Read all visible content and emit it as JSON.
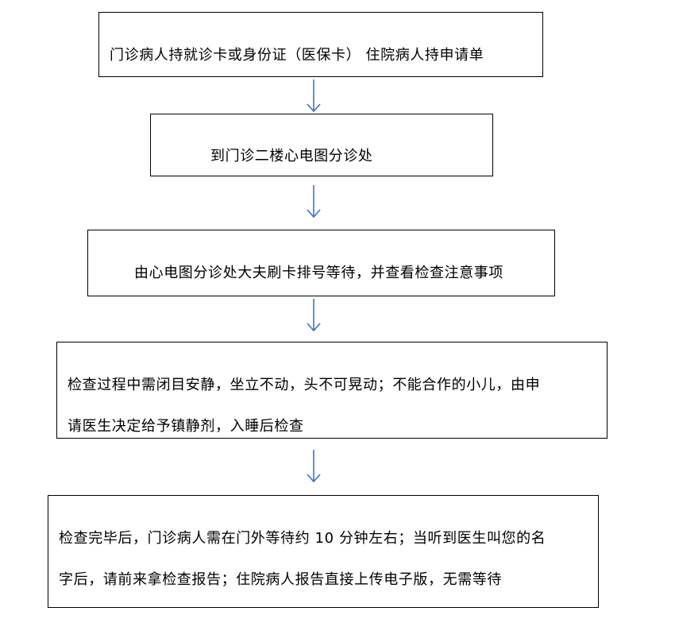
{
  "flowchart": {
    "step1": {
      "text": "门诊病人持就诊卡或身份证（医保卡）  住院病人持申请单"
    },
    "step2": {
      "text": "到门诊二楼心电图分诊处"
    },
    "step3": {
      "text": "由心电图分诊处大夫刷卡排号等待，并查看检查注意事项"
    },
    "step4": {
      "line1": "检查过程中需闭目安静，坐立不动，头不可晃动；不能合作的小儿，由申",
      "line2": "请医生决定给予镇静剂，入睡后检查"
    },
    "step5": {
      "line1": "检查完毕后，门诊病人需在门外等待约 10 分钟左右；当听到医生叫您的名",
      "line2": "字后，请前来拿检查报告；住院病人报告直接上传电子版，无需等待"
    },
    "colors": {
      "box_border": "#000000",
      "arrow": "#4472c4",
      "text": "#000000"
    }
  }
}
